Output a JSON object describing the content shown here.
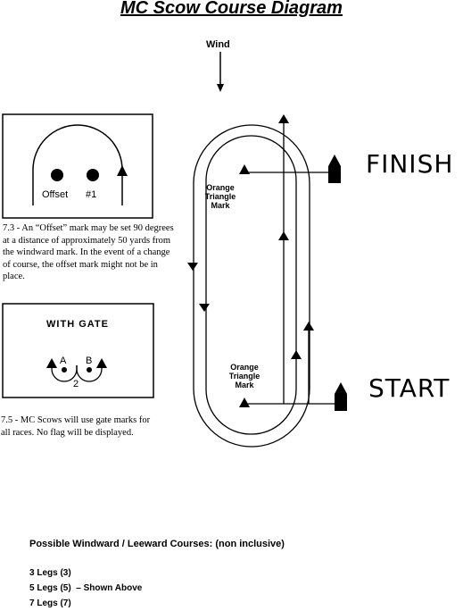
{
  "title": "MC Scow Course Diagram",
  "wind_label": "Wind",
  "finish_label": "FINISH",
  "start_label": "START",
  "marks": {
    "top_label": [
      "Orange",
      "Triangle",
      "Mark"
    ],
    "bottom_label": [
      "Orange",
      "Triangle",
      "Mark"
    ]
  },
  "offset_box": {
    "offset_label": "Offset",
    "mark1_label": "#1",
    "note": "7.3 - An “Offset” mark may be set 90 degrees at a distance of approximately 50 yards from the windward mark. In the event of a change of course, the offset mark might not be in place."
  },
  "gate_box": {
    "title": "WITH GATE",
    "mark_a": "A",
    "mark_b": "B",
    "mark_2": "2",
    "note": "7.5 - MC Scows will use gate marks for all races. No flag will be displayed."
  },
  "courses": {
    "heading": "Possible Windward / Leeward Courses: (non inclusive)",
    "items": [
      "3 Legs (3)",
      "5 Legs (5)  – Shown Above",
      "7 Legs (7)"
    ]
  },
  "colors": {
    "ink": "#000000",
    "background": "#ffffff"
  }
}
